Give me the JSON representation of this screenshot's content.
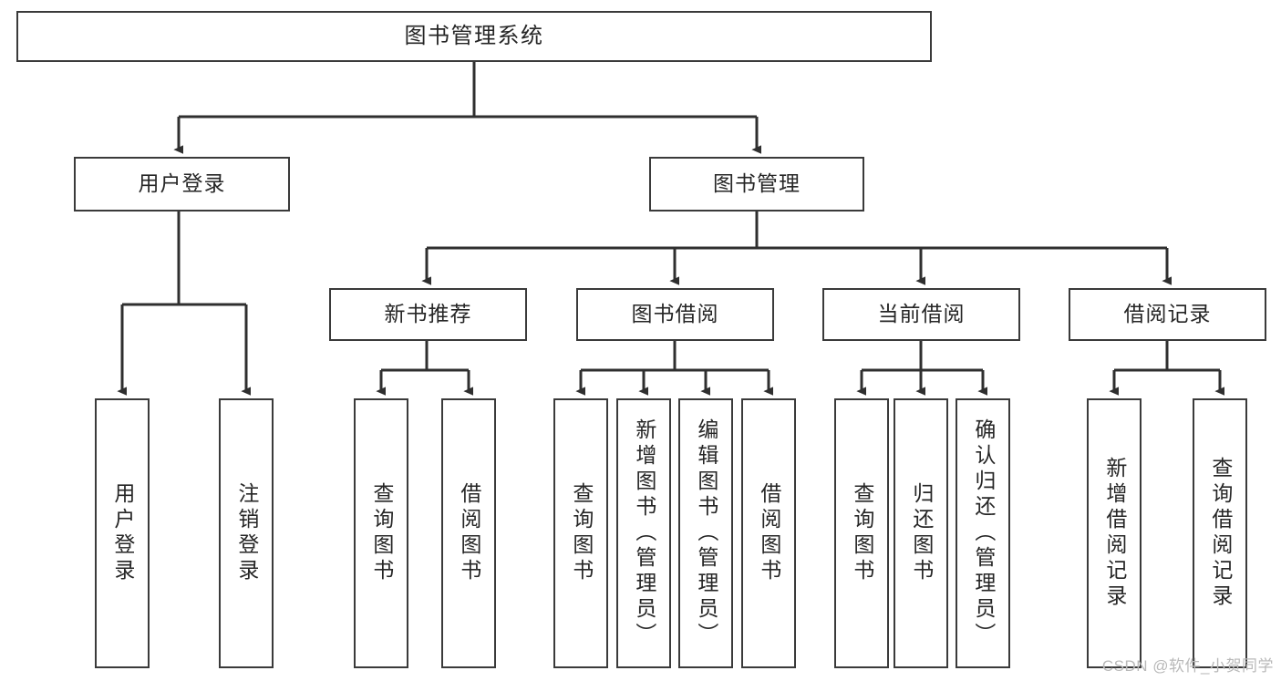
{
  "diagram": {
    "type": "tree-hierarchy",
    "title": "图书管理系统",
    "root": {
      "label": "图书管理系统"
    },
    "level1": [
      {
        "label": "用户登录"
      },
      {
        "label": "图书管理"
      }
    ],
    "level2": [
      {
        "label": "新书推荐"
      },
      {
        "label": "图书借阅"
      },
      {
        "label": "当前借阅"
      },
      {
        "label": "借阅记录"
      }
    ],
    "leaves": {
      "user_login": [
        {
          "label": "用户登录"
        },
        {
          "label": "注销登录"
        }
      ],
      "new_book_recommend": [
        {
          "label": "查询图书"
        },
        {
          "label": "借阅图书"
        }
      ],
      "book_borrow": [
        {
          "label": "查询图书"
        },
        {
          "label": "新增图书（管理员）"
        },
        {
          "label": "编辑图书（管理员）"
        },
        {
          "label": "借阅图书"
        }
      ],
      "current_borrow": [
        {
          "label": "查询图书"
        },
        {
          "label": "归还图书"
        },
        {
          "label": "确认归还（管理员）"
        }
      ],
      "borrow_record": [
        {
          "label": "新增借阅记录"
        },
        {
          "label": "查询借阅记录"
        }
      ]
    }
  },
  "watermark": {
    "text": "CSDN @软件_小贺同学"
  },
  "colors": {
    "box_border": "#3a3a3a",
    "box_fill": "#ffffff",
    "connector": "#2f2f2f",
    "text": "#262626",
    "watermark": "#b9b9b9",
    "background": "#ffffff"
  }
}
